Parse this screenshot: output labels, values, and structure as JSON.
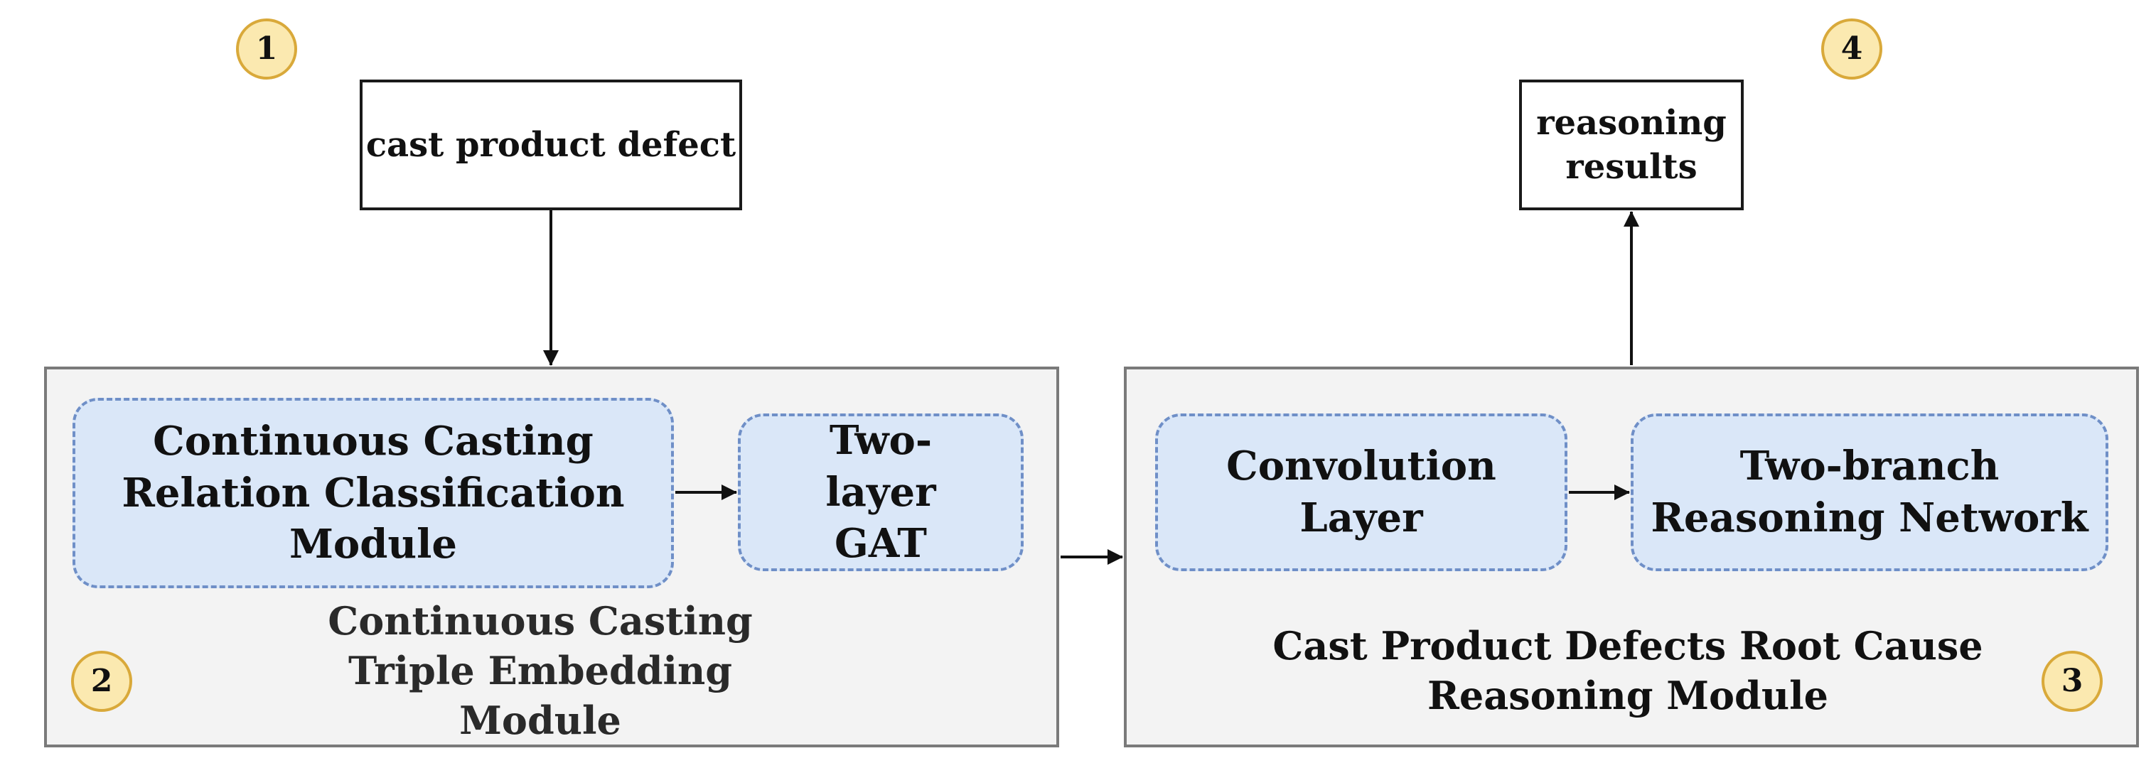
{
  "badges": {
    "b1": "1",
    "b2": "2",
    "b3": "3",
    "b4": "4"
  },
  "input": {
    "label": "cast product defect"
  },
  "output": {
    "label": "reasoning results"
  },
  "embedding_module": {
    "title": "Continuous Casting Triple Embedding Module",
    "classification_box": "Continuous Casting Relation Classification Module",
    "gat_box": "Two-layer GAT"
  },
  "reasoning_module": {
    "title": "Cast Product Defects Root Cause Reasoning Module",
    "conv_box": "Convolution Layer",
    "branch_box": "Two-branch Reasoning Network"
  },
  "colors": {
    "module_fill": "#f3f3f3",
    "module_border": "#7a7a7a",
    "subbox_fill": "#dae7f8",
    "subbox_border": "#6f8fc7",
    "badge_fill": "#fbe9b0",
    "badge_border": "#d9a93a"
  }
}
